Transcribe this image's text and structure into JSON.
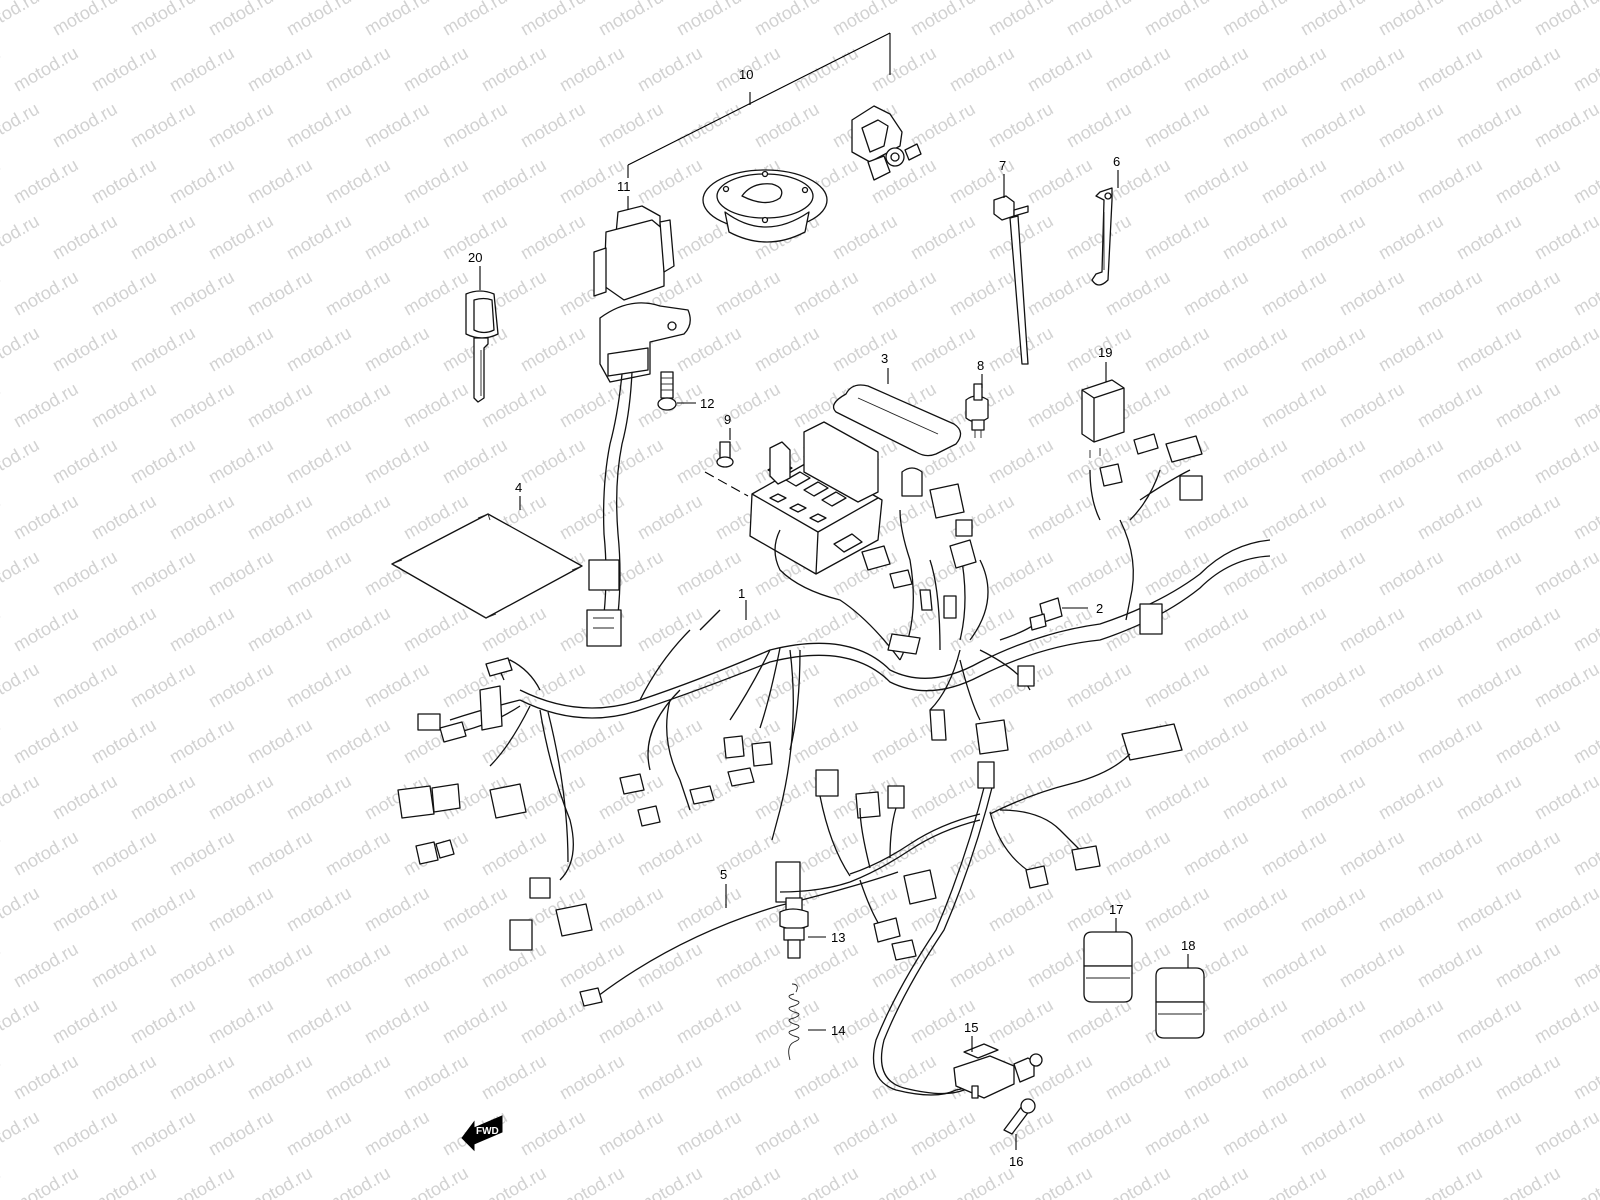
{
  "watermark": {
    "text": "motod.ru",
    "color": "#d2d2d2"
  },
  "fwd_badge": {
    "text": "FWD"
  },
  "callouts": [
    {
      "id": "1",
      "label": "1"
    },
    {
      "id": "2",
      "label": "2"
    },
    {
      "id": "3",
      "label": "3"
    },
    {
      "id": "4",
      "label": "4"
    },
    {
      "id": "5",
      "label": "5"
    },
    {
      "id": "6",
      "label": "6"
    },
    {
      "id": "7",
      "label": "7"
    },
    {
      "id": "8",
      "label": "8"
    },
    {
      "id": "9",
      "label": "9"
    },
    {
      "id": "10",
      "label": "10"
    },
    {
      "id": "11",
      "label": "11"
    },
    {
      "id": "12",
      "label": "12"
    },
    {
      "id": "13",
      "label": "13"
    },
    {
      "id": "14",
      "label": "14"
    },
    {
      "id": "15",
      "label": "15"
    },
    {
      "id": "16",
      "label": "16"
    },
    {
      "id": "17",
      "label": "17"
    },
    {
      "id": "18",
      "label": "18"
    },
    {
      "id": "19",
      "label": "19"
    },
    {
      "id": "20",
      "label": "20"
    }
  ]
}
